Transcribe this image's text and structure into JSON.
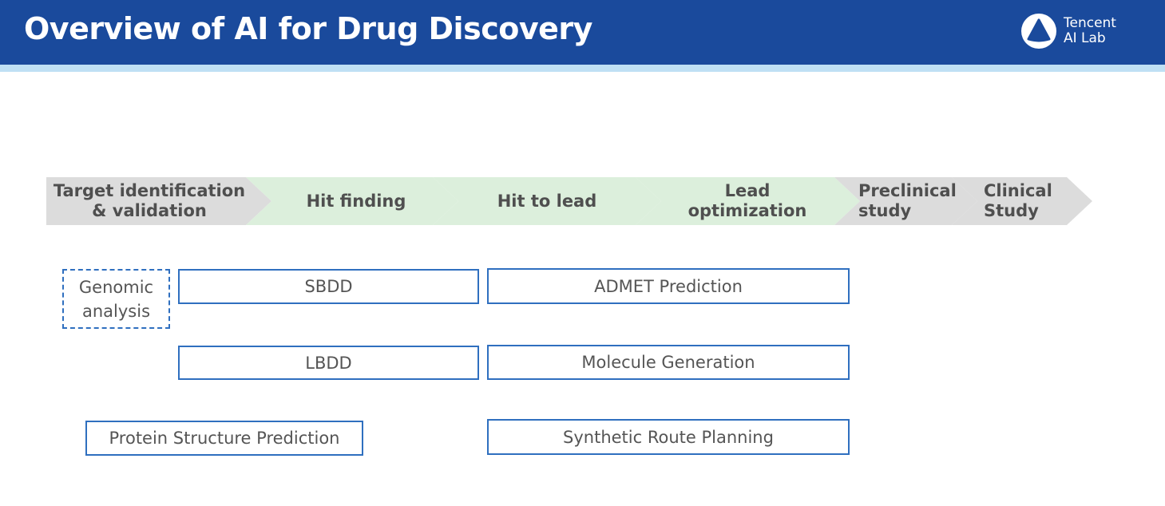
{
  "header": {
    "title": "Overview of AI for Drug Discovery",
    "logo_line1": "Tencent",
    "logo_line2": "AI Lab",
    "logo_icon": "tencent-ai-lab-logo-icon",
    "bar_color": "#1a4a9c",
    "strip_color": "#bfe0f4"
  },
  "pipeline": {
    "stages": [
      {
        "label": "Target identification & validation",
        "color": "#dcdcdc"
      },
      {
        "label": "Hit finding",
        "color": "#dcefdc"
      },
      {
        "label": "Hit to lead",
        "color": "#dcefdc"
      },
      {
        "label": "Lead optimization",
        "color": "#dcefdc"
      },
      {
        "label": "Preclinical study",
        "color": "#dcdcdc"
      },
      {
        "label": "Clinical Study",
        "color": "#dcdcdc"
      }
    ]
  },
  "methods": {
    "genomic": "Genomic analysis",
    "sbdd": "SBDD",
    "lbdd": "LBDD",
    "protein": "Protein Structure Prediction",
    "admet": "ADMET Prediction",
    "molgen": "Molecule Generation",
    "synth": "Synthetic Route Planning",
    "border_color": "#2f6fbf"
  }
}
